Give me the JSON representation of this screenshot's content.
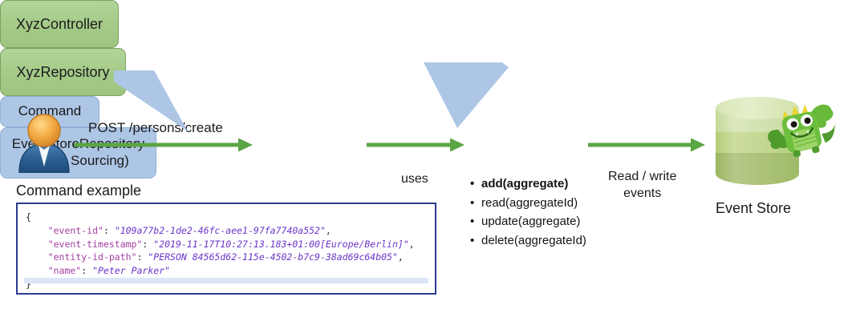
{
  "diagram": {
    "title_visible": false,
    "callouts": [
      {
        "name": "command",
        "text": "Command"
      },
      {
        "name": "event-store-repository",
        "line1": "EventStoreRepository",
        "line2": "(Event Sourcing)"
      }
    ],
    "boxes": [
      {
        "name": "controller",
        "label": "XyzController"
      },
      {
        "name": "repository",
        "label": "XyzRepository"
      }
    ],
    "arrow_labels": {
      "user_to_controller": "POST /persons/create",
      "controller_to_repository": "uses",
      "repository_to_store_line1": "Read / write",
      "repository_to_store_line2": "events"
    },
    "repository_methods": [
      {
        "label": "add(aggregate)",
        "bold": true
      },
      {
        "label": "read(aggregateId)",
        "bold": false
      },
      {
        "label": "update(aggregate)",
        "bold": false
      },
      {
        "label": "delete(aggregateId)",
        "bold": false
      }
    ],
    "event_store_label": "Event Store",
    "code_example": {
      "caption": "Command example",
      "open_brace": "{",
      "close_brace": "}",
      "entries": [
        {
          "key": "\"event-id\"",
          "value": "\"109a77b2-1de2-46fc-aee1-97fa7740a552\"",
          "comma": ","
        },
        {
          "key": "\"event-timestamp\"",
          "value": "\"2019-11-17T10:27:13.183+01:00[Europe/Berlin]\"",
          "comma": ","
        },
        {
          "key": "\"entity-id-path\"",
          "value": "\"PERSON 84565d62-115e-4502-b7c9-38ad69c64b05\"",
          "comma": ","
        },
        {
          "key": "\"name\"",
          "value": "\"Peter Parker\"",
          "comma": ""
        }
      ]
    },
    "icons": {
      "user": "user-avatar-icon",
      "database": "database-cylinder-icon",
      "mascot": "dragon-mascot-icon"
    },
    "colors": {
      "box_fill": "#a9cf8f",
      "box_border": "#77a55c",
      "callout_fill": "#adc6e5",
      "arrow": "#5ba544",
      "code_border": "#2a3b8f",
      "code_key": "#a23ea2",
      "code_value": "#6a35c9",
      "db_light": "#cfe0a4",
      "db_mid": "#b3cc7a",
      "db_dark": "#97b45f"
    }
  }
}
